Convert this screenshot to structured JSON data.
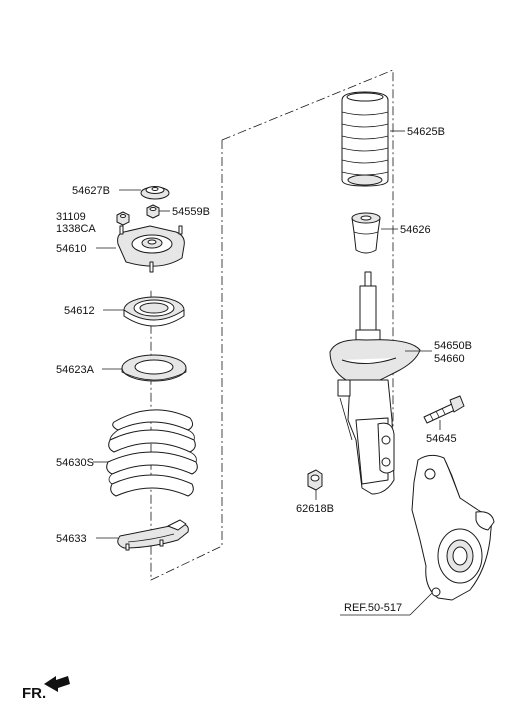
{
  "labels": {
    "dust_cover": "54625B",
    "bumper": "54626",
    "strut_line1": "54650B",
    "strut_line2": "54660",
    "bolt": "54645",
    "nut": "62618B",
    "reference": "REF.50-517",
    "cap": "54627B",
    "lock_nut": "54559B",
    "nut_a": "31109",
    "nut_b": "1338CA",
    "mount": "54610",
    "bearing": "54612",
    "upper_pad": "54623A",
    "spring": "54630S",
    "lower_pad": "54633"
  },
  "front_indicator": "FR."
}
